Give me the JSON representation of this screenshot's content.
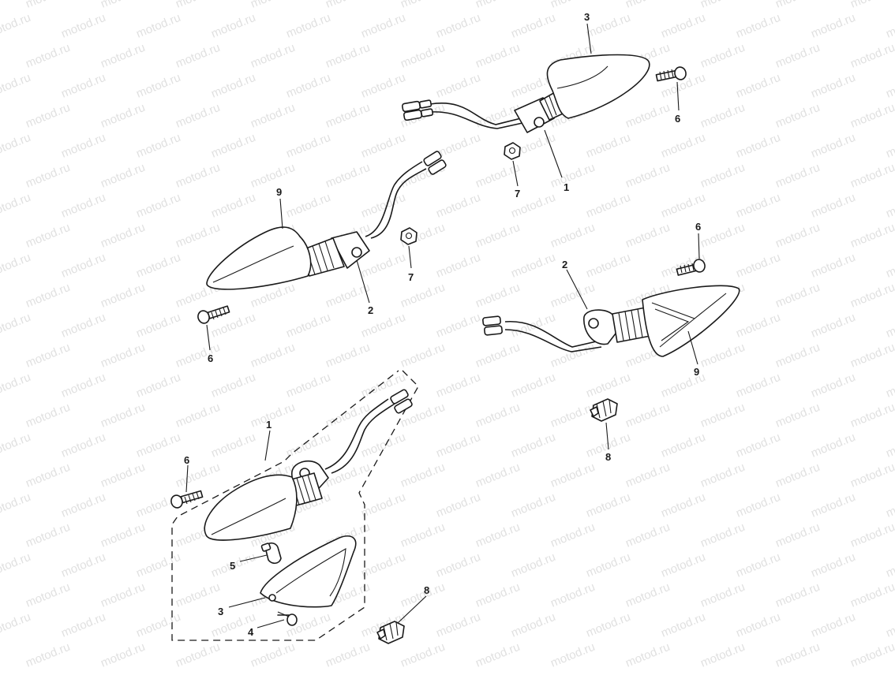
{
  "watermark": {
    "text": "motod.ru",
    "color": "#c8c8c8"
  },
  "line_color": "#1a1a1a",
  "callouts": {
    "top_lens": "3",
    "top_bolt": "6",
    "top_nut": "7",
    "top_housing": "1",
    "left_lens": "9",
    "left_nut": "7",
    "left_housing": "2",
    "left_bolt": "6",
    "right_bolt": "6",
    "right_housing": "2",
    "right_lens": "9",
    "right_clip": "8",
    "kit_housing": "1",
    "kit_bolt": "6",
    "kit_bulb": "5",
    "kit_lens": "3",
    "kit_screw": "4",
    "kit_clip": "8"
  }
}
